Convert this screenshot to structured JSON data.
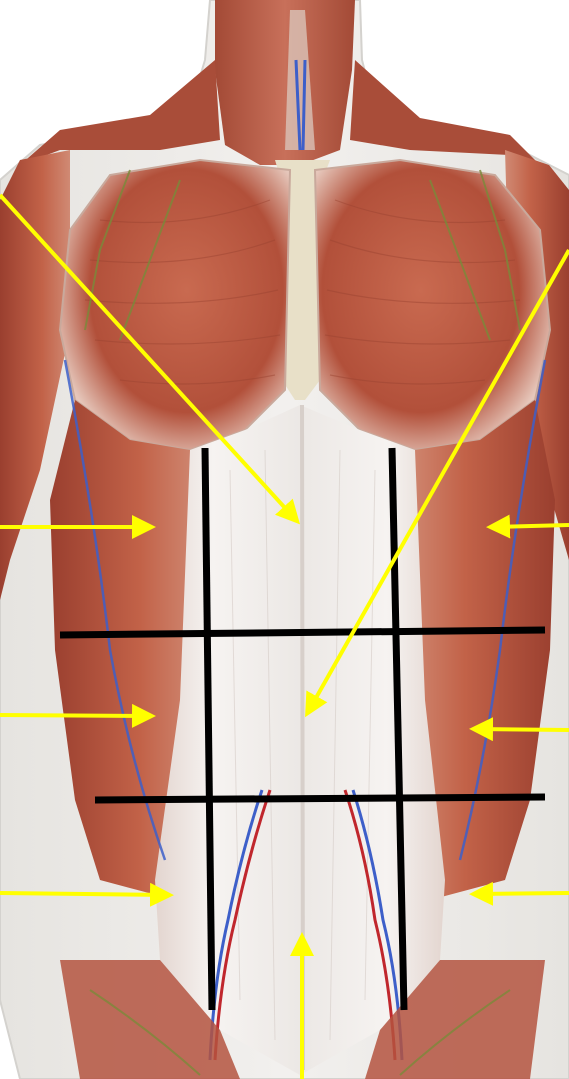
{
  "figure": {
    "subject": "anterior-torso-muscle-anatomy",
    "colors": {
      "background": "#ffffff",
      "muscle_red": "#b8533e",
      "muscle_dark": "#8e3a2c",
      "fascia_white": "#eeeae6",
      "sternum": "#e8e0c8",
      "skin_outline": "#d8d6d2",
      "vein_blue": "#3d5fc9",
      "artery_red": "#c0272d",
      "nerve_green": "#7a8a3a",
      "pointer_yellow": "#ffff00",
      "region_lines": "#000000"
    },
    "region_grid": {
      "vertical_lines": 2,
      "horizontal_lines": 2,
      "regions": 9
    },
    "pointer_arrows": [
      {
        "id": "arrow-upper-left-diagonal",
        "direction": "down-right"
      },
      {
        "id": "arrow-upper-right-diagonal",
        "direction": "down-left"
      },
      {
        "id": "arrow-left-upper",
        "direction": "right"
      },
      {
        "id": "arrow-right-upper",
        "direction": "left"
      },
      {
        "id": "arrow-left-middle",
        "direction": "right"
      },
      {
        "id": "arrow-right-middle",
        "direction": "left"
      },
      {
        "id": "arrow-left-lower",
        "direction": "right"
      },
      {
        "id": "arrow-right-lower",
        "direction": "left"
      },
      {
        "id": "arrow-bottom-center",
        "direction": "up"
      }
    ]
  }
}
